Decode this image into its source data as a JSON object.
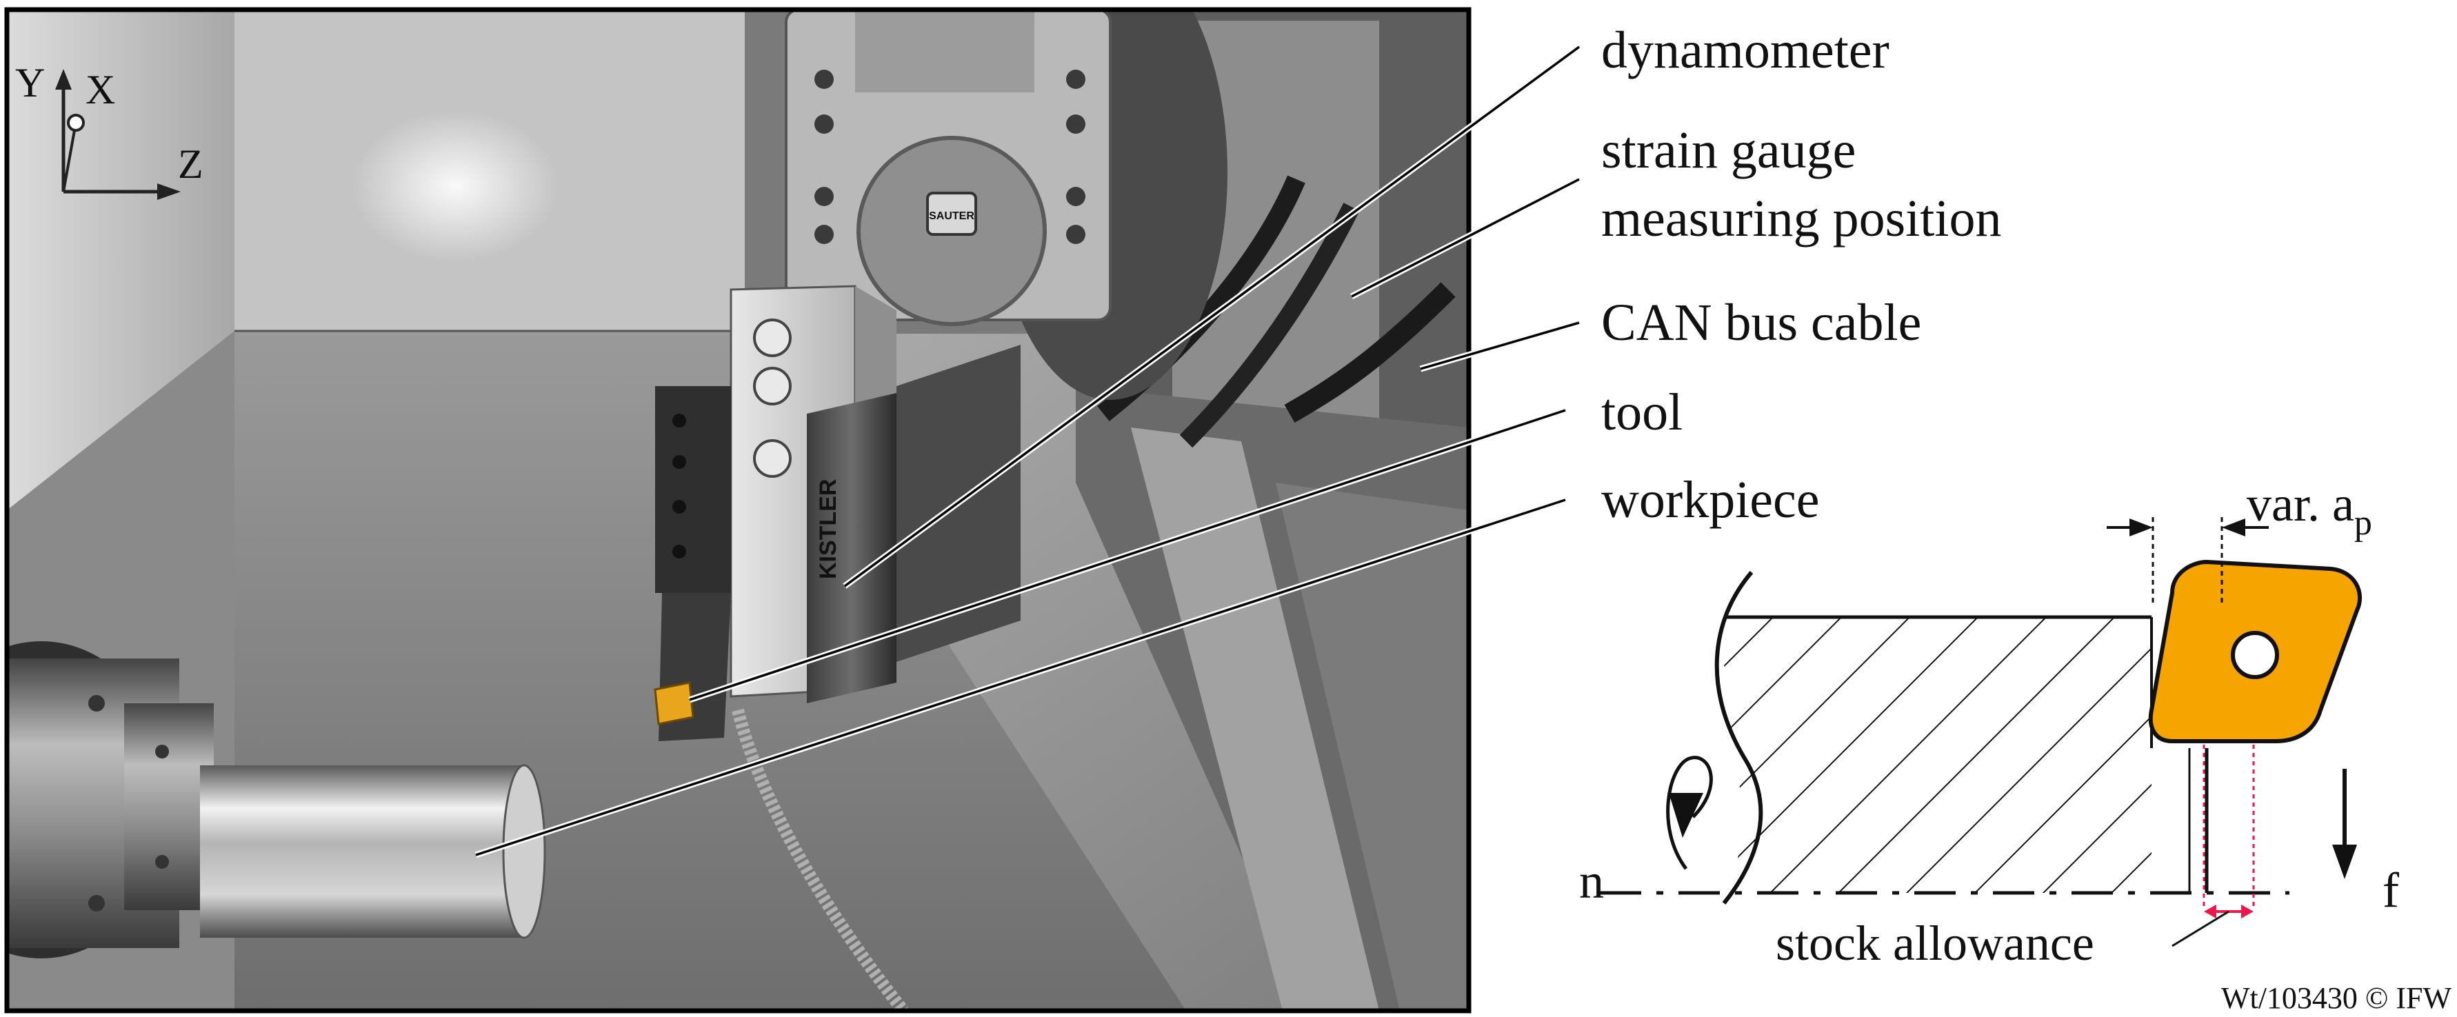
{
  "photo": {
    "axes": {
      "y": "Y",
      "x": "X",
      "z": "Z"
    },
    "dynamometer_brand": "KISTLER",
    "holder_brand": "SAUTER"
  },
  "callouts": [
    {
      "id": "dynamometer",
      "lines": [
        "dynamometer"
      ]
    },
    {
      "id": "strain-gauge",
      "lines": [
        "strain gauge",
        "measuring position"
      ]
    },
    {
      "id": "can-bus",
      "lines": [
        "CAN bus cable"
      ]
    },
    {
      "id": "tool",
      "lines": [
        "tool"
      ]
    },
    {
      "id": "workpiece",
      "lines": [
        "workpiece"
      ]
    }
  ],
  "schematic": {
    "depth_label": "var. a",
    "depth_subscript": "p",
    "rotation_label": "n",
    "feed_label": "f",
    "allowance_label": "stock allowance"
  },
  "credit": "Wt/103430 © IFW",
  "colors": {
    "insert": "#f5a400",
    "dimension": "#e8194c",
    "photo_frame": "#000000"
  }
}
